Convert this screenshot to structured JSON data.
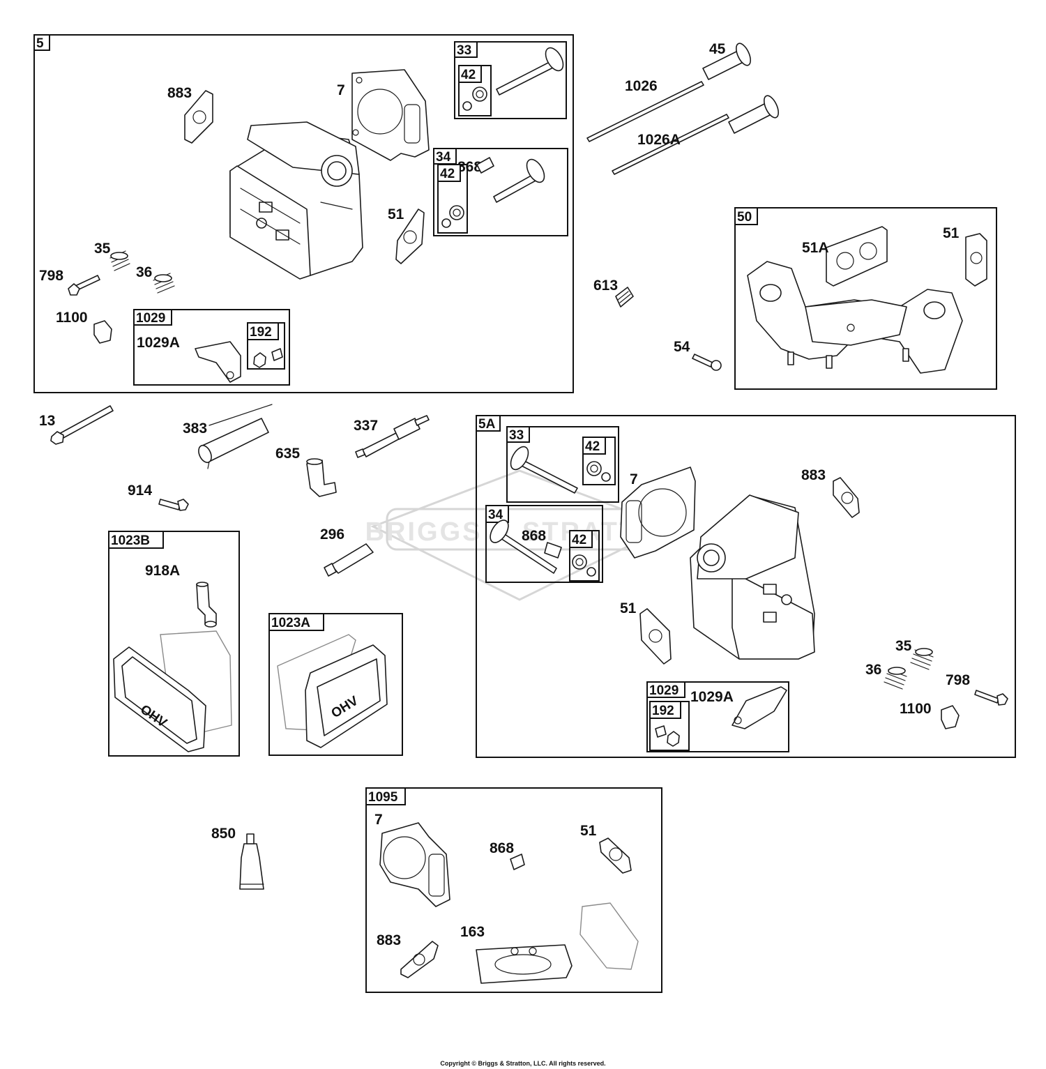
{
  "watermark": "BRIGGS & STRATTON",
  "copyright": "Copyright © Briggs & Stratton, LLC. All rights reserved.",
  "groups": {
    "g5": "5",
    "g33a": "33",
    "g42a": "42",
    "g34a": "34",
    "g42b": "42",
    "g1029a": "1029",
    "g192a": "192",
    "g50": "50",
    "g5A": "5A",
    "g33b": "33",
    "g42c": "42",
    "g34b": "34",
    "g42d": "42",
    "g1029b": "1029",
    "g192b": "192",
    "g1023B": "1023B",
    "g1023A": "1023A",
    "g1095": "1095"
  },
  "labels": {
    "p883a": "883",
    "p7a": "7",
    "p868a": "868",
    "p51a": "51",
    "p35a": "35",
    "p798a": "798",
    "p36a": "36",
    "p1100a": "1100",
    "p1029Aa": "1029A",
    "p45": "45",
    "p1026": "1026",
    "p1026A": "1026A",
    "p613": "613",
    "p54": "54",
    "p51A": "51A",
    "p51b": "51",
    "p13": "13",
    "p383": "383",
    "p337": "337",
    "p635": "635",
    "p914": "914",
    "p296": "296",
    "p918A": "918A",
    "p7b": "7",
    "p883b": "883",
    "p868b": "868",
    "p51c": "51",
    "p35b": "35",
    "p36b": "36",
    "p798b": "798",
    "p1100b": "1100",
    "p1029Ab": "1029A",
    "p850": "850",
    "p7c": "7",
    "p868c": "868",
    "p51d": "51",
    "p883c": "883",
    "p163": "163"
  },
  "cover_text": "OHV"
}
